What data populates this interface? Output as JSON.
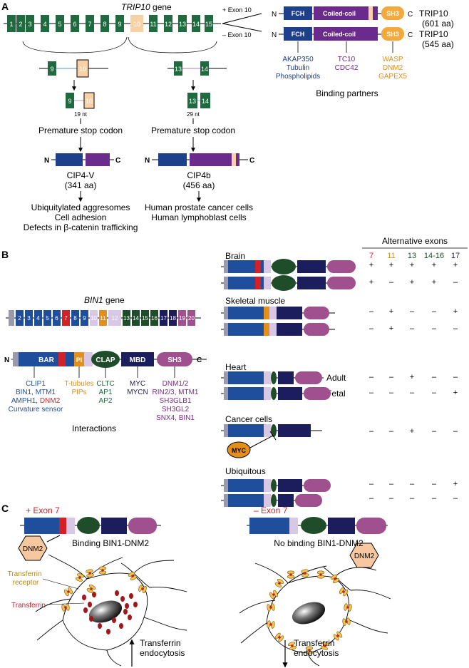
{
  "colors": {
    "green": "#1f6b3f",
    "peach": "#f8d2a6",
    "fch_blue": "#1e3f8a",
    "coil_purple": "#6b2b8c",
    "sh3_orange": "#f3a93b",
    "bar_blue": "#1f4e9c",
    "pi_orange": "#e38f1c",
    "red": "#d42027",
    "lavender": "#d8c8e6",
    "clap_green": "#1f4d2a",
    "mbd_navy": "#1c1d5c",
    "sh3_magenta": "#a0508e",
    "grey": "#9a9aaa",
    "dnm2_fill": "#f7c8a0"
  },
  "panel_a": {
    "label": "A",
    "gene_title": "TRIP10",
    "gene_suffix": " gene",
    "exons": [
      "1",
      "2",
      "3",
      "4",
      "5",
      "6",
      "7",
      "8",
      "9",
      "10",
      "11",
      "12",
      "13",
      "14",
      "15"
    ],
    "plus_exon": "+ Exon 10",
    "minus_exon": "– Exon 10",
    "nterm": "N",
    "cterm": "C",
    "fch": "FCH",
    "coil": "Coiled-coil",
    "sh3": "SH3",
    "iso1_name": "TRIP10",
    "iso1_size": "(601 aa)",
    "iso2_name": "TRIP10",
    "iso2_size": "(545 aa)",
    "partners_fch": [
      "AKAP350",
      "Tubulin",
      "Phospholipids"
    ],
    "partners_coil": [
      "TC10",
      "CDC42"
    ],
    "partners_sh3": [
      "WASP",
      "DNM2",
      "GAPEX5"
    ],
    "partners_title": "Binding partners",
    "left_exon_a": "9",
    "left_exon_b": "10",
    "left_nt": "19 nt",
    "right_exon_a": "13",
    "right_exon_b": "14",
    "right_nt": "29 nt",
    "stop_left": "Premature stop codon",
    "stop_right": "Premature stop codon",
    "cip4v_name": "CIP4-V",
    "cip4v_size": "(341 aa)",
    "cip4b_name": "CIP4b",
    "cip4b_size": "(456 aa)",
    "cip4v_roles": [
      "Ubiquitylated aggresomes",
      "Cell adhesion",
      "Defects in β-catenin trafficking"
    ],
    "cip4b_roles": [
      "Human prostate cancer cells",
      "Human lymphoblast cells"
    ]
  },
  "panel_b": {
    "label": "B",
    "gene_title": "BIN1",
    "gene_suffix": " gene",
    "exons": [
      "1",
      "2",
      "3",
      "4",
      "5",
      "6",
      "7",
      "8",
      "9",
      "10",
      "11",
      "12",
      "13",
      "14",
      "15",
      "16",
      "17",
      "18",
      "19",
      "20"
    ],
    "bar": "BAR",
    "pi": "PI",
    "clap": "CLAP",
    "mbd": "MBD",
    "sh3": "SH3",
    "nterm": "N",
    "cterm": "C",
    "int_bar": [
      "CLIP1",
      "BIN1, MTM1"
    ],
    "int_bar_3a": "AMPH1, ",
    "int_bar_3b": "DNM2",
    "int_bar_4": "Curvature sensor",
    "int_pi": [
      "T-tubules",
      "PIPs"
    ],
    "int_clap": [
      "CLTC",
      "AP1",
      "AP2"
    ],
    "int_mbd": [
      "MYC",
      "MYCN"
    ],
    "int_sh3": [
      "DNM1/2",
      "RIN2/3, MTM1",
      "SH3GLB1",
      "SH3GL2",
      "SNX4, BIN1"
    ],
    "interactions_title": "Interactions",
    "alt_title": "Alternative exons",
    "alt_headers": [
      "7",
      "11",
      "13",
      "14-16",
      "17"
    ],
    "tissues": {
      "brain": "Brain",
      "skeletal": "Skeletal muscle",
      "heart": "Heart",
      "adult": "Adult",
      "fetal": "Fetal",
      "cancer": "Cancer cells",
      "myc": "MYC",
      "ubiquitous": "Ubiquitous"
    },
    "marks": [
      [
        "+",
        "+",
        "+",
        "+",
        "+"
      ],
      [
        "+",
        "–",
        "+",
        "+",
        "–"
      ],
      [
        "–",
        "+",
        "–",
        "–",
        "+"
      ],
      [
        "–",
        "+",
        "–",
        "–",
        "–"
      ],
      [
        "–",
        "–",
        "+",
        "–",
        "–"
      ],
      [
        "–",
        "–",
        "–",
        "–",
        "+"
      ],
      [
        "–",
        "–",
        "+",
        "–",
        "–"
      ],
      [
        "–",
        "–",
        "–",
        "–",
        "+"
      ],
      [
        "–",
        "–",
        "–",
        "–",
        "–"
      ]
    ]
  },
  "panel_c": {
    "label": "C",
    "plus_exon7": "+ Exon 7",
    "minus_exon7": "– Exon 7",
    "binding": "Binding BIN1-DNM2",
    "no_binding": "No binding BIN1-DNM2",
    "dnm2": "DNM2",
    "tf_receptor": [
      "Transferrin",
      "receptor"
    ],
    "transferrin": "Transferrin",
    "endo_left": [
      "Transferrin",
      "endocytosis"
    ],
    "endo_right": [
      "Transferrin",
      "endocytosis"
    ]
  }
}
